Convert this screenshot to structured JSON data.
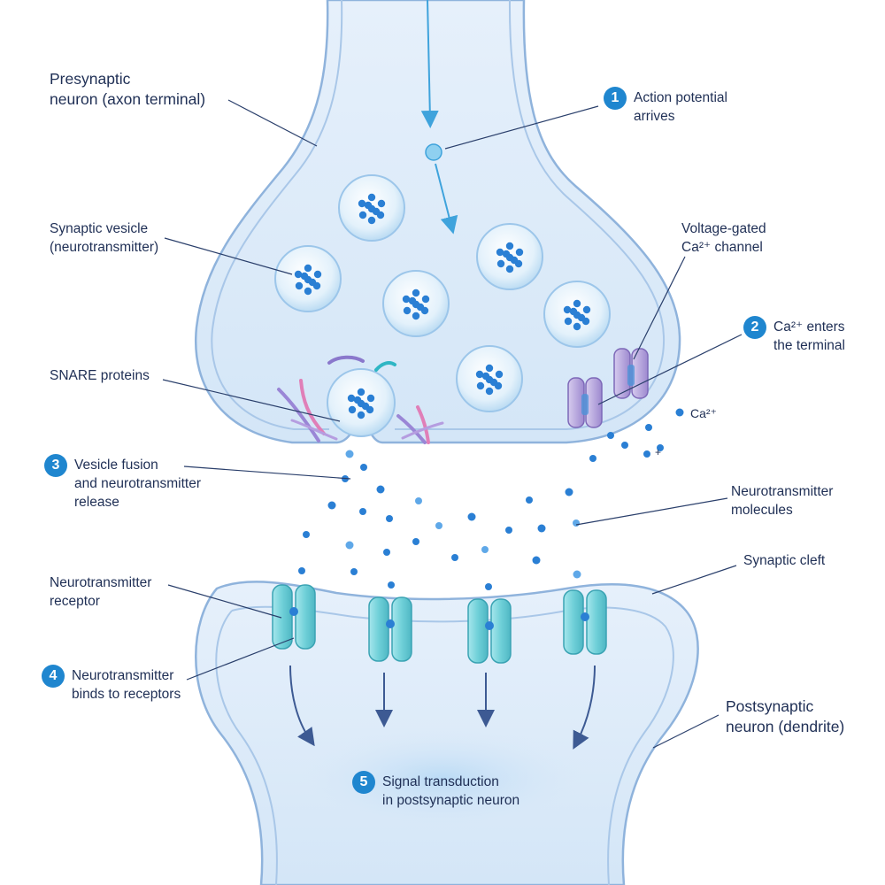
{
  "labels": {
    "presynaptic": [
      "Presynaptic",
      "neuron (axon terminal)"
    ],
    "vesicle": [
      "Synaptic vesicle",
      "(neurotransmitter)"
    ],
    "snare": [
      "SNARE proteins"
    ],
    "ca_channel": [
      "Voltage-gated",
      "Ca²⁺ channel"
    ],
    "ca_ion": "Ca²⁺",
    "nt_molecules": [
      "Neurotransmitter",
      "molecules"
    ],
    "cleft": [
      "Synaptic cleft"
    ],
    "receptor": [
      "Neurotransmitter",
      "receptor"
    ],
    "postsynaptic": [
      "Postsynaptic",
      "neuron (dendrite)"
    ]
  },
  "steps": [
    {
      "num": "1",
      "lines": [
        "Action potential",
        "arrives"
      ]
    },
    {
      "num": "2",
      "lines": [
        "Ca²⁺ enters",
        "the terminal"
      ]
    },
    {
      "num": "3",
      "lines": [
        "Vesicle fusion",
        "and neurotransmitter",
        "release"
      ]
    },
    {
      "num": "4",
      "lines": [
        "Neurotransmitter",
        "binds to receptors"
      ]
    },
    {
      "num": "5",
      "lines": [
        "Signal transduction",
        "in postsynaptic neuron"
      ]
    }
  ],
  "colors": {
    "neuron_fill": "#dceaf8",
    "neuron_edge": "#8fb3dc",
    "badge": "#1f86cf",
    "neurotransmitter": "#2a7fd4",
    "receptor": "#6fd0d8",
    "ca_channel": "#b7a6dc",
    "text": "#1f2f55"
  }
}
